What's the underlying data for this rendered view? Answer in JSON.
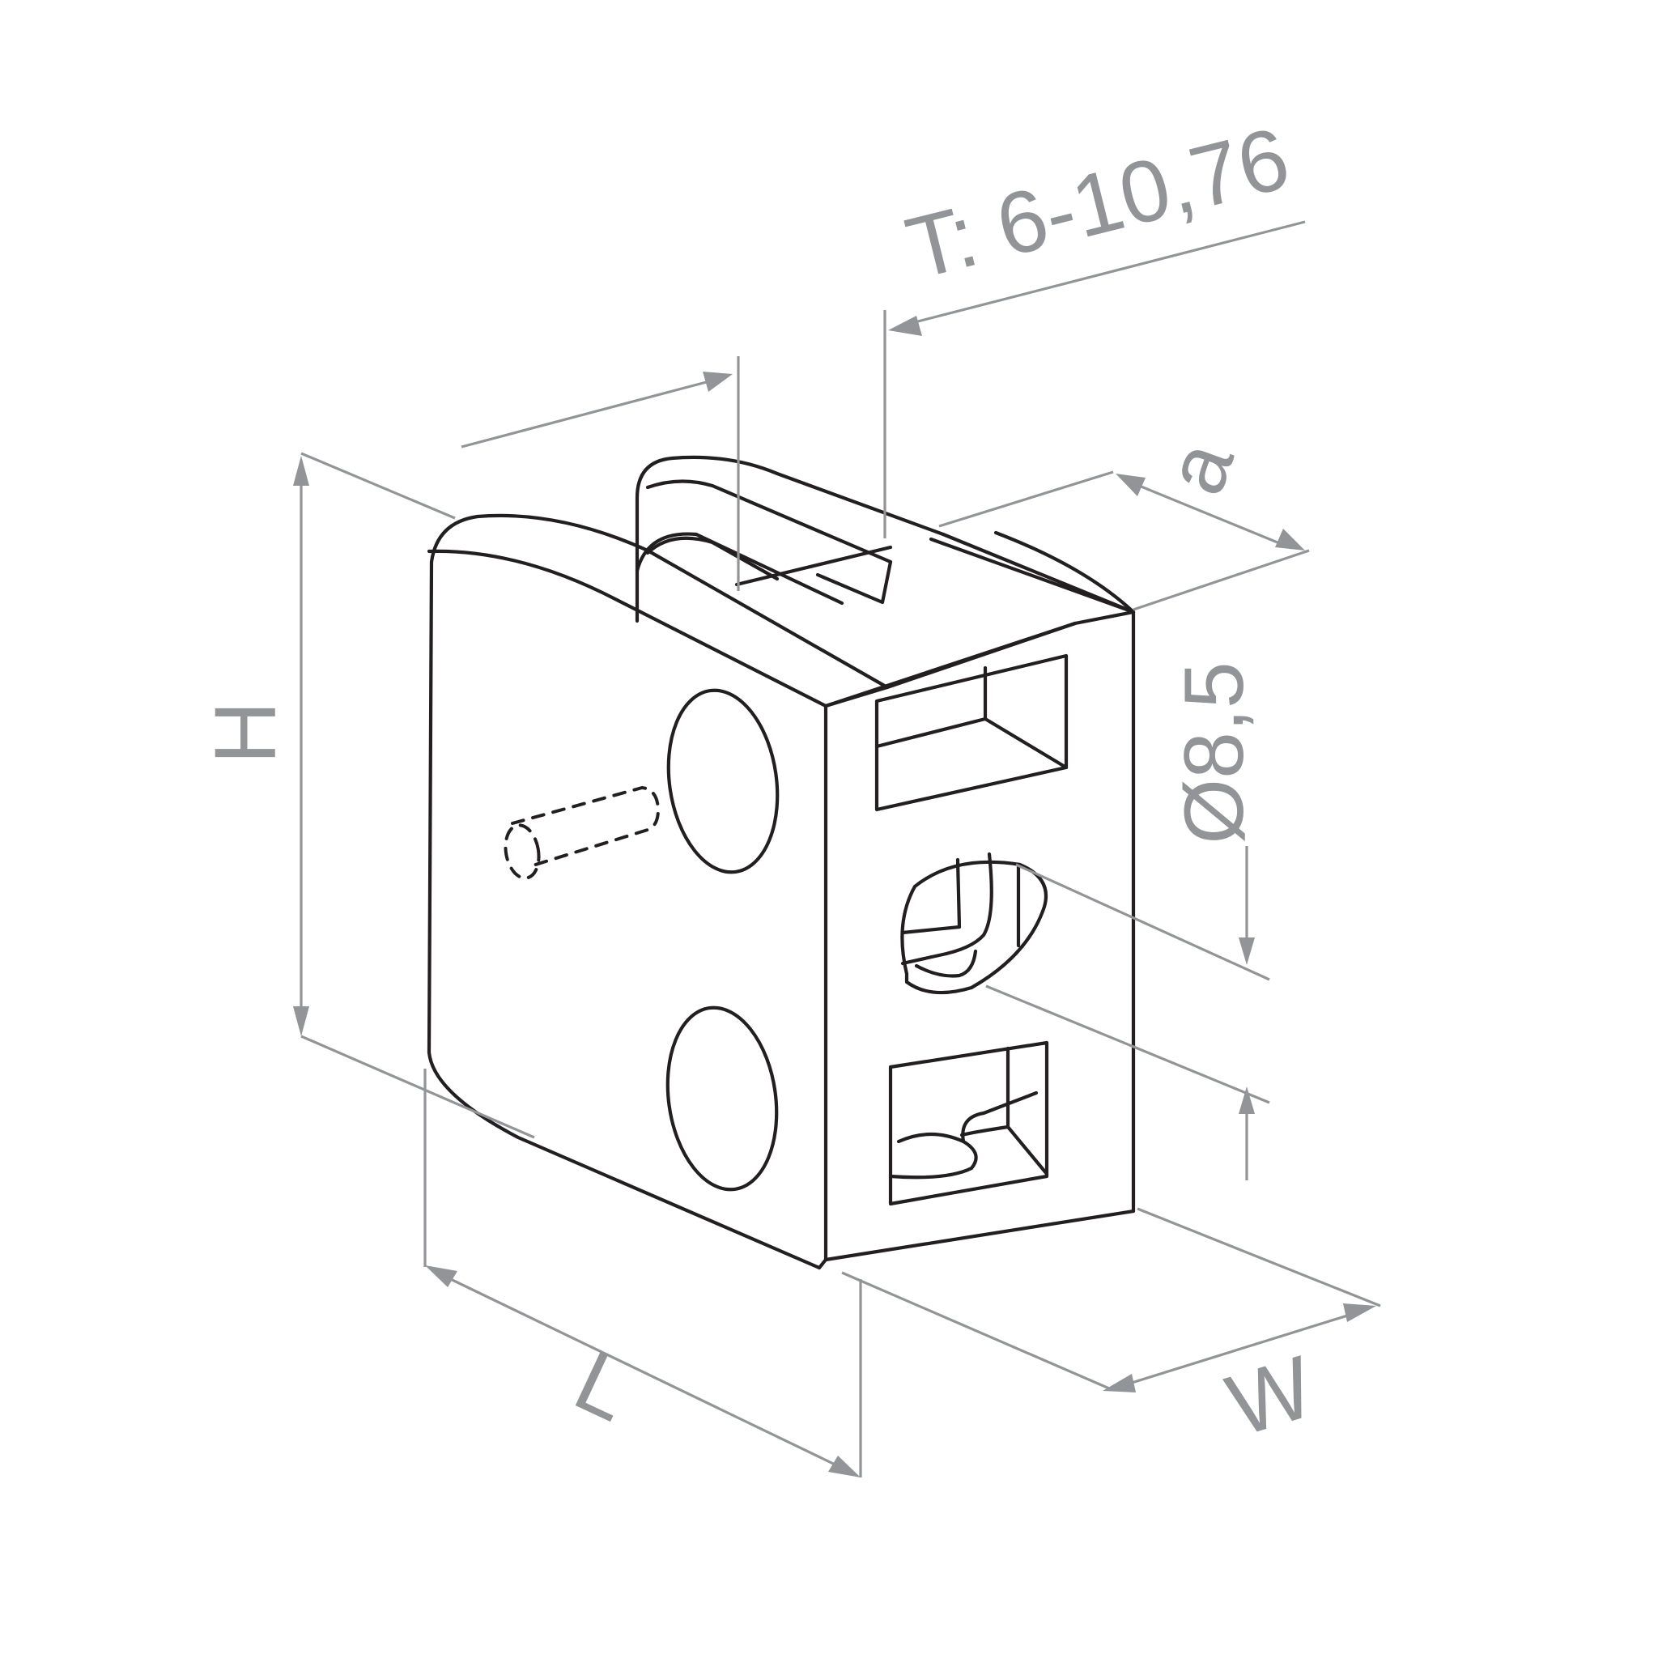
{
  "drawing": {
    "subject": "glass clamp isometric dimension drawing",
    "colors": {
      "outline": "#231f20",
      "dimension": "#929497",
      "background": "#ffffff"
    }
  },
  "dimensions": {
    "height": {
      "label": "H"
    },
    "length": {
      "label": "L"
    },
    "width": {
      "label": "W"
    },
    "offset": {
      "label": "a"
    },
    "hole": {
      "label": "Ø8,5"
    },
    "thickness": {
      "label": "T: 6-10,76"
    }
  },
  "icons": {
    "dimension-arrow": "filled-triangle",
    "hidden-pin": "dashed-cylinder"
  }
}
